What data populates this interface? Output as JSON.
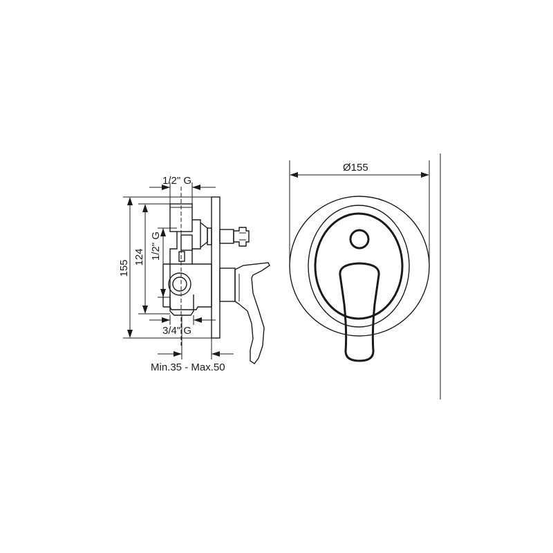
{
  "labels": {
    "top_connection": "1/2\" G",
    "side_connection": "1/2\" G",
    "bottom_connection": "3/4\" G",
    "height_total": "155",
    "height_inner": "124",
    "depth_range": "Min.35 - Max.50",
    "diameter": "Ø155"
  }
}
